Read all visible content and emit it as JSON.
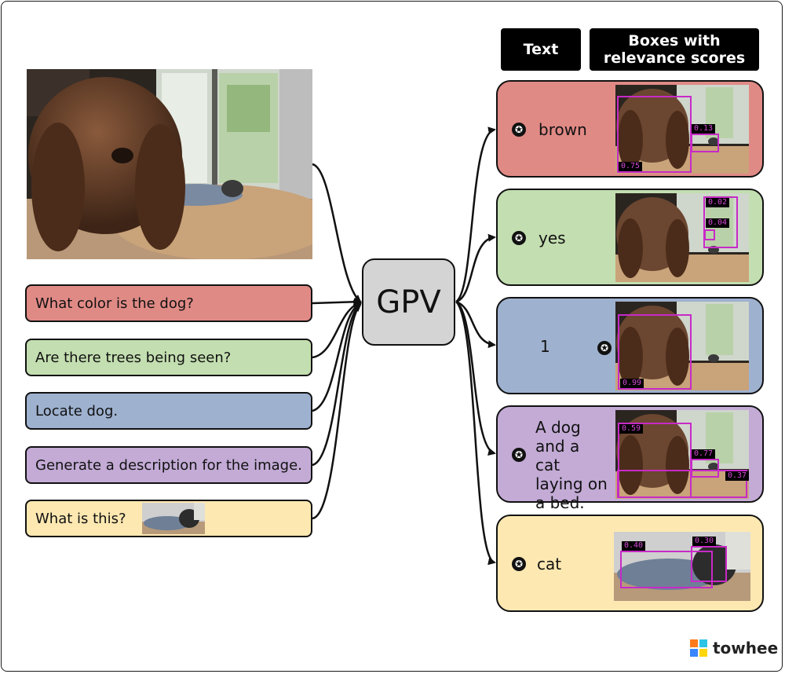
{
  "headers": {
    "text": "Text",
    "boxes": "Boxes with relevance scores"
  },
  "model": {
    "label": "GPV"
  },
  "queries": [
    {
      "text": "What color is the dog?",
      "color": "#e08a86"
    },
    {
      "text": "Are there trees being seen?",
      "color": "#c3deb0"
    },
    {
      "text": "Locate dog.",
      "color": "#9eb1cf"
    },
    {
      "text": "Generate a description for the image.",
      "color": "#c3abd6"
    },
    {
      "text": "What is this?",
      "color": "#fde8b2"
    }
  ],
  "answers": [
    {
      "text": "brown",
      "color": "#e08a86",
      "scores": [
        "0.13",
        "0.75"
      ]
    },
    {
      "text": "yes",
      "color": "#c3deb0",
      "scores": [
        "0.02",
        "0.04"
      ]
    },
    {
      "text": "1",
      "color": "#9eb1cf",
      "scores": [
        "0.99"
      ]
    },
    {
      "text": "A dog and a cat laying on a bed.",
      "color": "#c3abd6",
      "scores": [
        "0.59",
        "0.77",
        "0.37"
      ]
    },
    {
      "text": "cat",
      "color": "#fde8b2",
      "scores": [
        "0.40",
        "0.30"
      ]
    }
  ],
  "icons": {
    "answer_marker": "star-icon",
    "logo": "towhee-logo-icon"
  },
  "accent": {
    "box_color": "#c72ac7"
  },
  "logo": {
    "text": "towhee"
  }
}
